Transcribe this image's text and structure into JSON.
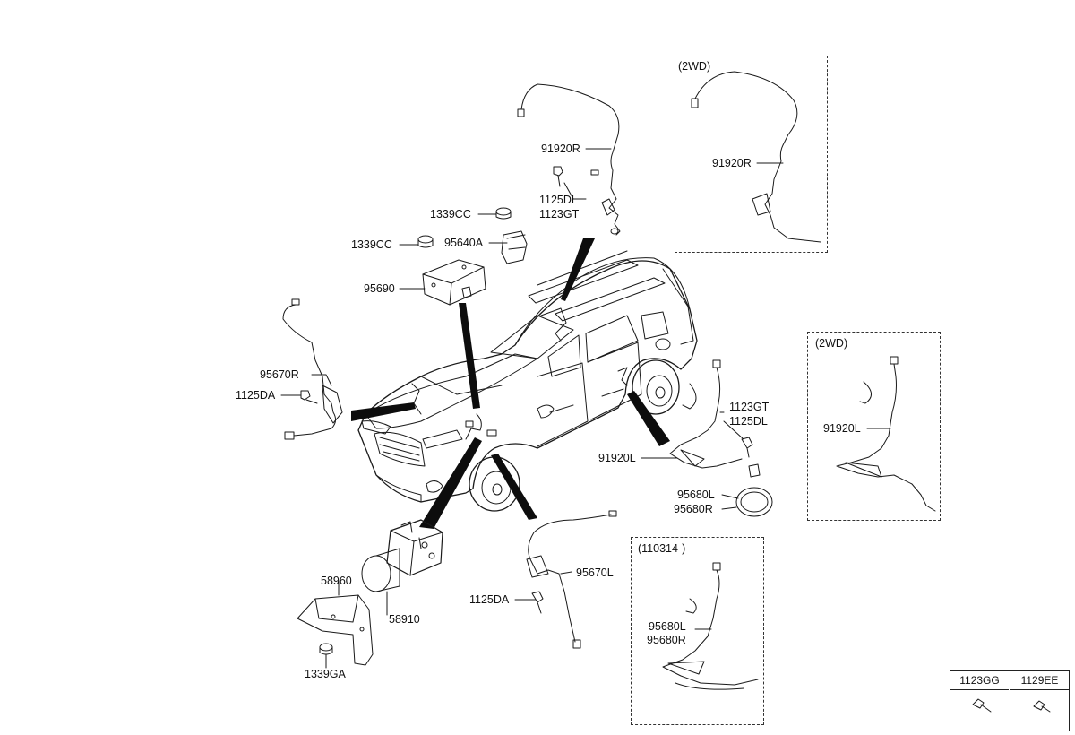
{
  "colors": {
    "ink": "#111111",
    "fill": "#ffffff"
  },
  "icons": [
    "bolt-icon",
    "screw-icon"
  ],
  "labels": {
    "p91920R_top": "91920R",
    "p1125DL_top": "1125DL",
    "p1123GT_top": "1123GT",
    "p1339CC_a": "1339CC",
    "p95640A": "95640A",
    "p1339CC_b": "1339CC",
    "p95690": "95690",
    "p95670R": "95670R",
    "p1125DA_left": "1125DA",
    "p1123GT_right": "1123GT",
    "p1125DL_right": "1125DL",
    "p91920L": "91920L",
    "p95680L": "95680L",
    "p95680R": "95680R",
    "p95670L": "95670L",
    "p1125DA_bottom": "1125DA",
    "p58960": "58960",
    "p58910": "58910",
    "p1339GA": "1339GA"
  },
  "boxes": {
    "box_2wd_top": {
      "title": "(2WD)",
      "part": "91920R"
    },
    "box_2wd_right": {
      "title": "(2WD)",
      "part": "91920L"
    },
    "box_110314": {
      "title": "(110314-)",
      "part_l": "95680L",
      "part_r": "95680R"
    }
  },
  "legend": {
    "col1": "1123GG",
    "col2": "1129EE"
  }
}
